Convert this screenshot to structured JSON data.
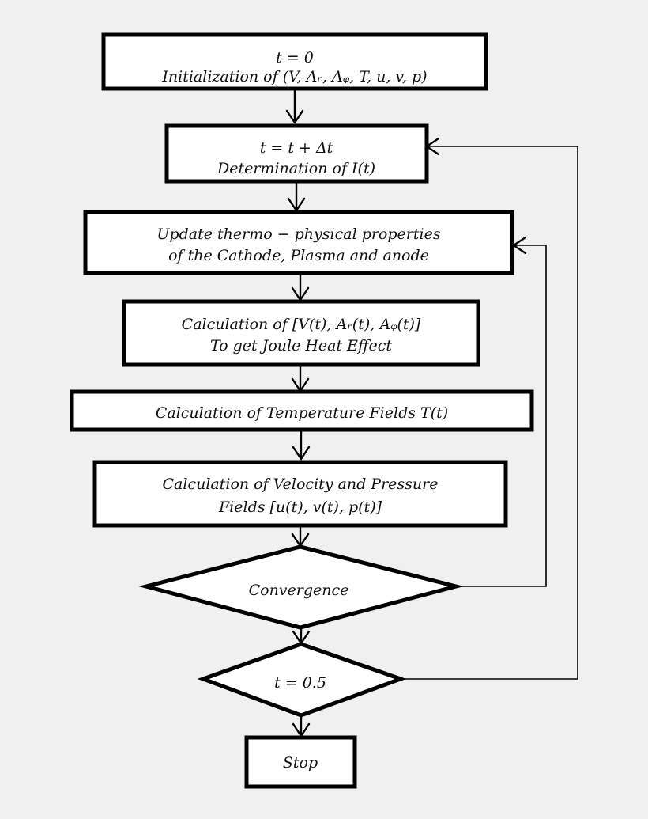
{
  "flowchart": {
    "colors": {
      "background": "#f0f0f0",
      "box_fill": "#ffffff",
      "stroke": "#000000"
    },
    "steps": {
      "init": {
        "line1": "t = 0",
        "line2": "Initialization of (V, Aᵣ, Aᵩ, T, u, v, p)"
      },
      "time_step": {
        "line1": "t = t + Δt",
        "line2": "Determination of I(t)"
      },
      "update_props": {
        "line1": "Update thermo − physical properties",
        "line2": "of the Cathode, Plasma and anode"
      },
      "calc_joule": {
        "line1": "Calculation of [V(t), Aᵣ(t), Aᵩ(t)]",
        "line2": "To get Joule Heat Effect"
      },
      "calc_temp": {
        "line1": "Calculation of Temperature Fields T(t)"
      },
      "calc_vel": {
        "line1": "Calculation of Velocity and Pressure",
        "line2": "Fields [u(t), v(t), p(t)]"
      },
      "convergence": {
        "line1": "Convergence"
      },
      "time_check": {
        "line1": "t = 0.5"
      },
      "stop": {
        "line1": "Stop"
      }
    }
  }
}
